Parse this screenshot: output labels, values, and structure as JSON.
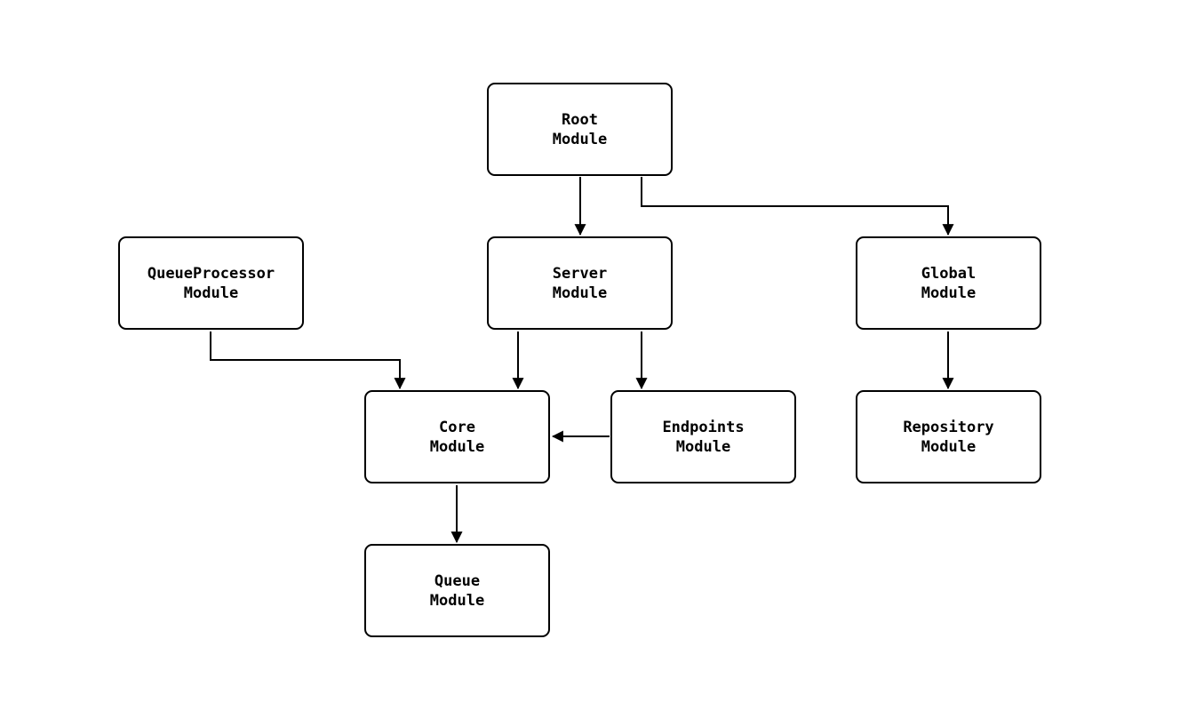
{
  "diagram": {
    "type": "flowchart",
    "direction": "top-down",
    "colors": {
      "background": "#ffffff",
      "node_fill": "#ffffff",
      "node_border": "#000000",
      "edge": "#000000",
      "text": "#000000"
    },
    "nodes": [
      {
        "id": "root",
        "label": "Root\nModule"
      },
      {
        "id": "server",
        "label": "Server\nModule"
      },
      {
        "id": "global",
        "label": "Global\nModule"
      },
      {
        "id": "queueprocessor",
        "label": "QueueProcessor\nModule"
      },
      {
        "id": "core",
        "label": "Core\nModule"
      },
      {
        "id": "endpoints",
        "label": "Endpoints\nModule"
      },
      {
        "id": "repository",
        "label": "Repository\nModule"
      },
      {
        "id": "queue",
        "label": "Queue\nModule"
      }
    ],
    "edges": [
      {
        "from": "Root Module",
        "to": "Server Module"
      },
      {
        "from": "Root Module",
        "to": "Global Module"
      },
      {
        "from": "QueueProcessor Module",
        "to": "Core Module"
      },
      {
        "from": "Server Module",
        "to": "Core Module"
      },
      {
        "from": "Server Module",
        "to": "Endpoints Module"
      },
      {
        "from": "Global Module",
        "to": "Repository Module"
      },
      {
        "from": "Endpoints Module",
        "to": "Core Module"
      },
      {
        "from": "Core Module",
        "to": "Queue Module"
      }
    ]
  }
}
